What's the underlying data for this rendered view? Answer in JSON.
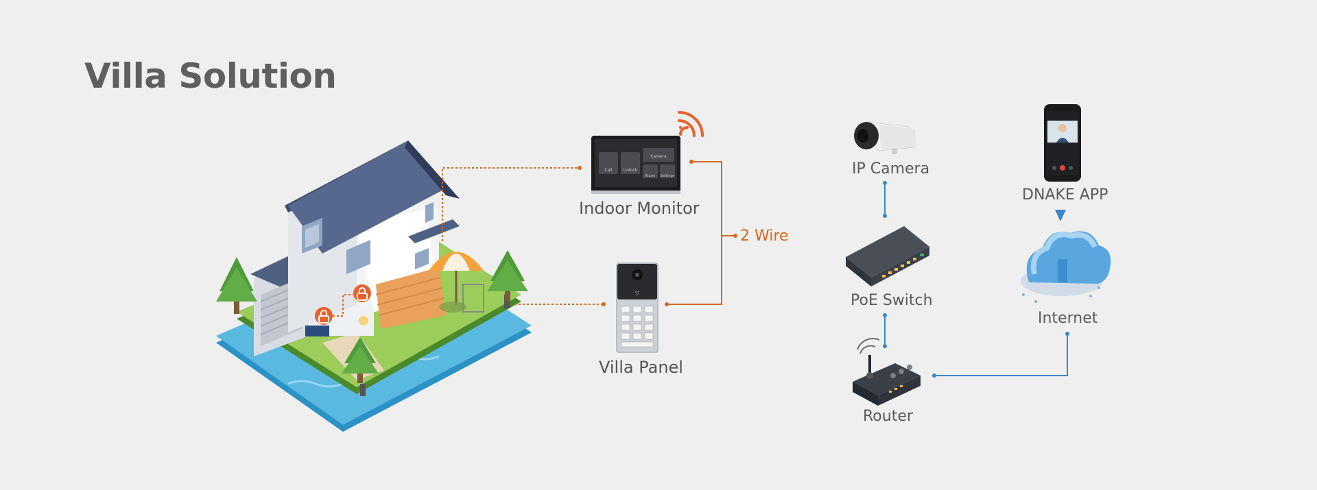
{
  "title": "Villa Solution",
  "nodes": {
    "indoor_monitor": "Indoor Monitor",
    "villa_panel": "Villa Panel",
    "wire_label": "2 Wire",
    "ip_camera": "IP Camera",
    "poe_switch": "PoE Switch",
    "router": "Router",
    "dnake_app": "DNAKE APP",
    "internet": "Internet"
  },
  "monitor_screen": {
    "left_top": "Call",
    "left_mid": "Unlock",
    "right_top": "Camera",
    "right_a": "Alarm",
    "right_b": "Settings"
  },
  "colors": {
    "background": "#efefef",
    "wire_orange": "#d2691e",
    "network_blue": "#3a87c8",
    "title_gray": "#5f5f5f"
  }
}
